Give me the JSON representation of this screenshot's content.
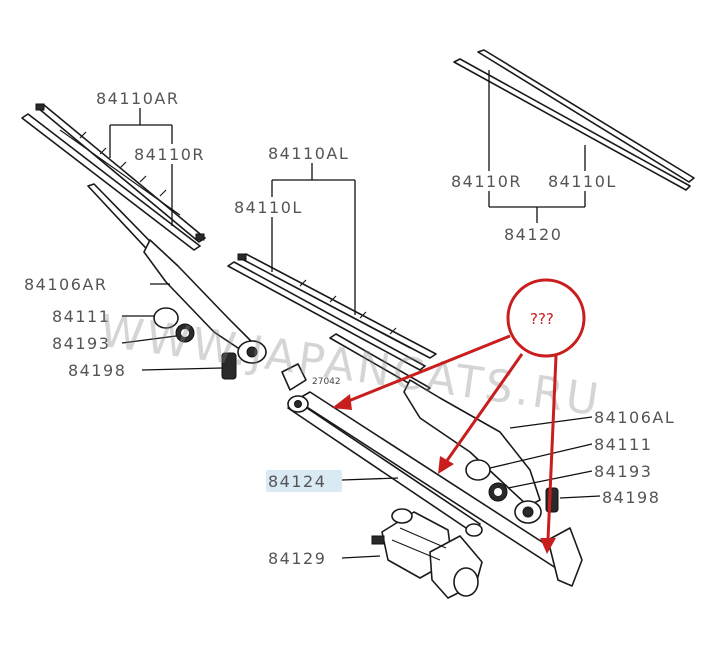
{
  "labels": {
    "l84110AR": "84110AR",
    "l84110R_top": "84110R",
    "l84110AL": "84110AL",
    "l84110L_mid": "84110L",
    "l84110R_right": "84110R",
    "l84110L_right": "84110L",
    "l84120": "84120",
    "l84106AR": "84106AR",
    "l84111_left": "84111",
    "l84193_left": "84193",
    "l84198_left": "84198",
    "l84106AL": "84106AL",
    "l84111_right": "84111",
    "l84193_right": "84193",
    "l84198_right": "84198",
    "l84124": "84124",
    "l84129": "84129",
    "small_code": "27042"
  },
  "annotation": {
    "question_text": "???",
    "accent_color": "#c81e1e"
  },
  "watermark": {
    "text": "WWW.JAPANCATS.RU"
  },
  "highlight_color": "#d9eaf5"
}
